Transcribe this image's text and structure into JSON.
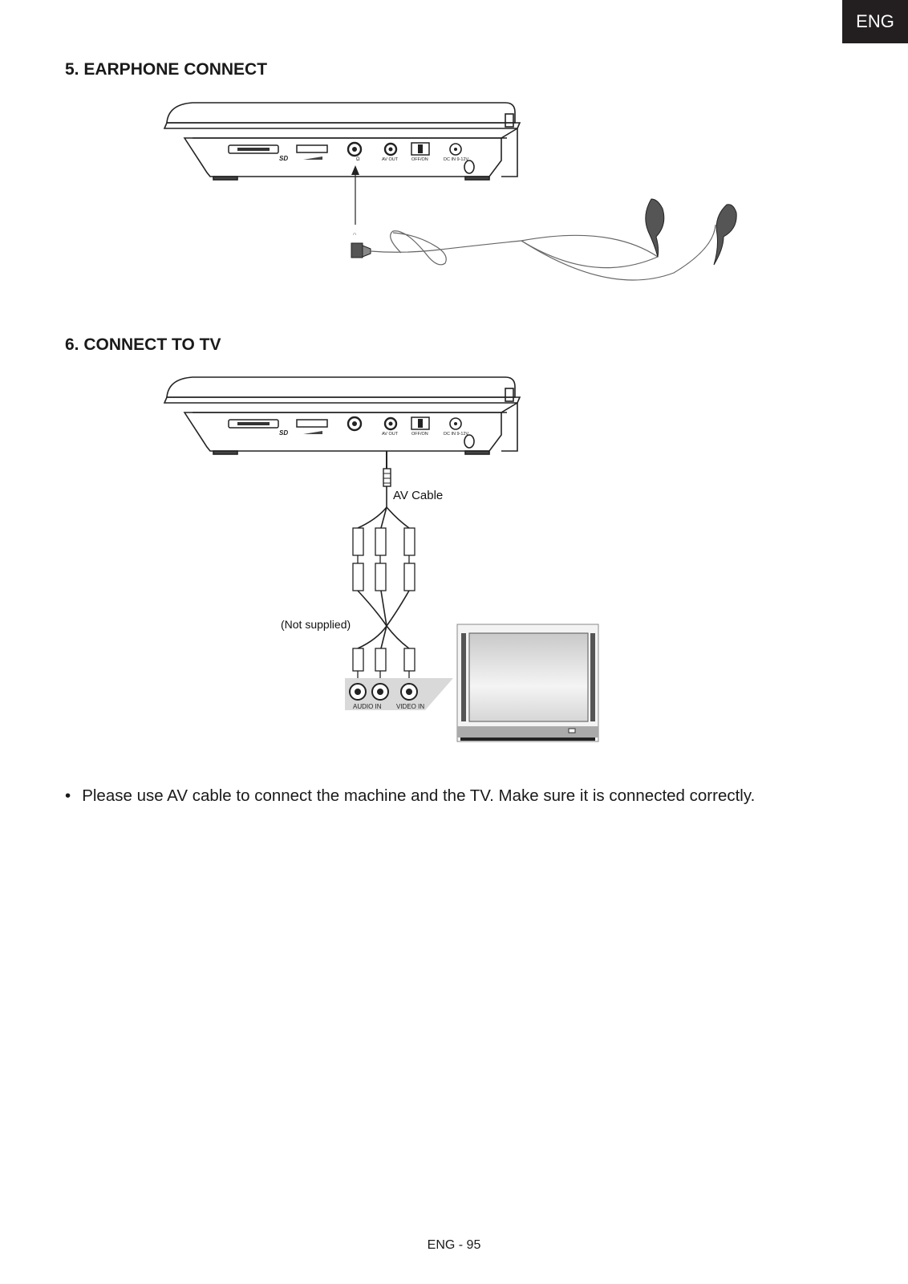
{
  "header": {
    "lang_tab": "ENG"
  },
  "sections": [
    {
      "title": "5. EARPHONE CONNECT"
    },
    {
      "title": "6. CONNECT TO TV"
    }
  ],
  "device_panel": {
    "port_labels": [
      "AV OUT",
      "OFF/ON",
      "DC IN 9-12V"
    ],
    "sd_label": "SD"
  },
  "tv_figure": {
    "av_cable_label": "AV Cable",
    "not_supplied_label": "(Not supplied)",
    "jack_labels": [
      "AUDIO IN",
      "VIDEO IN"
    ]
  },
  "body": {
    "bullet": "•",
    "text": "Please use AV cable to connect the machine and the TV. Make sure it is connected correctly."
  },
  "footer": {
    "page_number": "ENG - 95"
  }
}
